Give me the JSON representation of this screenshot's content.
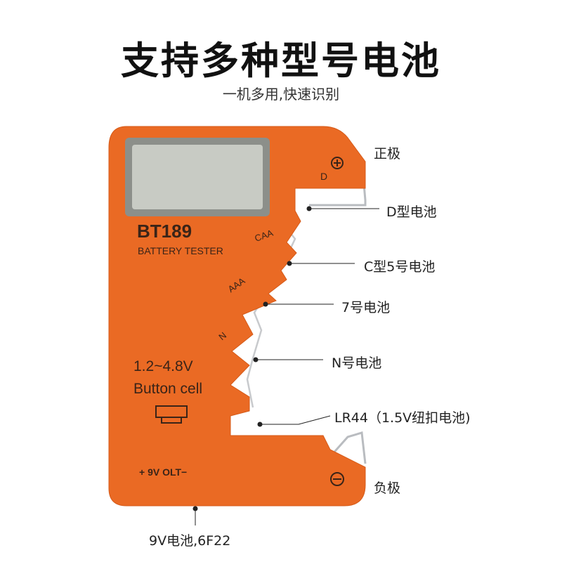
{
  "header": {
    "title": "支持多种型号电池",
    "subtitle": "一机多用,快速识别"
  },
  "device": {
    "model": "BT189",
    "name": "BATTERY TESTER",
    "slots": {
      "d": "D",
      "caa": "CAA",
      "aaa": "AAA",
      "n": "N"
    },
    "button_cell_range": "1.2~4.8V",
    "button_cell_label": "Button cell",
    "nine_volt_label": "+ 9V OLT−",
    "body_color": "#ea6a24",
    "screen_color": "#c8cbc4"
  },
  "callouts": {
    "positive": "正极",
    "d_cell": "D型电池",
    "c_cell": "C型5号电池",
    "aaa_cell": "7号电池",
    "n_cell": "N号电池",
    "button_cell": "LR44（1.5V纽扣电池)",
    "negative": "负极",
    "nine_volt": "9V电池,6F22"
  }
}
